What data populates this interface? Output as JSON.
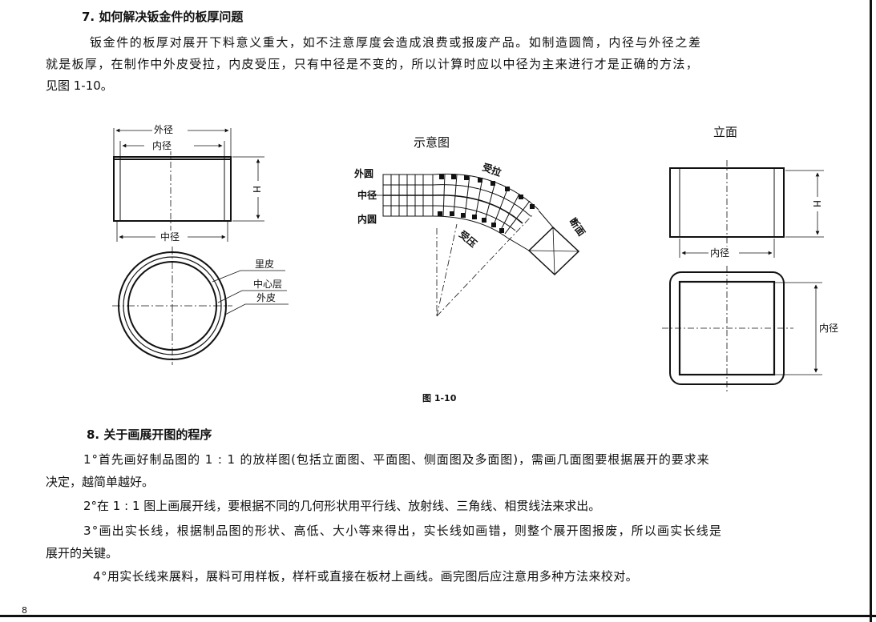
{
  "section7": {
    "heading": "7. 如何解决钣金件的板厚问题",
    "lines": [
      "钣金件的板厚对展开下料意义重大，如不注意厚度会造成浪费或报废产品。如制造圆筒，内径与外径之差",
      "就是板厚，在制作中外皮受拉，内皮受压，只有中径是不变的，所以计算时应以中径为主来进行才是正确的方法，",
      "见图 1-10。"
    ]
  },
  "figure": {
    "caption": "图 1-10",
    "left": {
      "outer_dia": "外径",
      "inner_dia": "内径",
      "mid_dia": "中径",
      "height": "H",
      "inner_skin": "里皮",
      "center_layer": "中心层",
      "outer_skin": "外皮"
    },
    "middle": {
      "title": "示意图",
      "outer_circle": "外圆",
      "mid_dia": "中径",
      "inner_circle": "内圆",
      "tension": "受拉",
      "compression": "受压",
      "section": "断面"
    },
    "right": {
      "title": "立面",
      "height": "H",
      "inner_dia_top": "内径",
      "inner_dia_side": "内径"
    }
  },
  "section8": {
    "heading": "8. 关于画展开图的程序",
    "lines": [
      "1°首先画好制品图的 1 : 1 的放样图(包括立面图、平面图、侧面图及多面图)，需画几面图要根据展开的要求来",
      "决定，越简单越好。",
      "2°在 1 : 1 图上画展开线，要根据不同的几何形状用平行线、放射线、三角线、相贯线法来求出。",
      "3°画出实长线，根据制品图的形状、高低、大小等来得出，实长线如画错，则整个展开图报废，所以画实长线是",
      "展开的关键。",
      "4°用实长线来展料，展料可用样板，样杆或直接在板材上画线。画完图后应注意用多种方法来校对。"
    ]
  },
  "page_number": "8"
}
